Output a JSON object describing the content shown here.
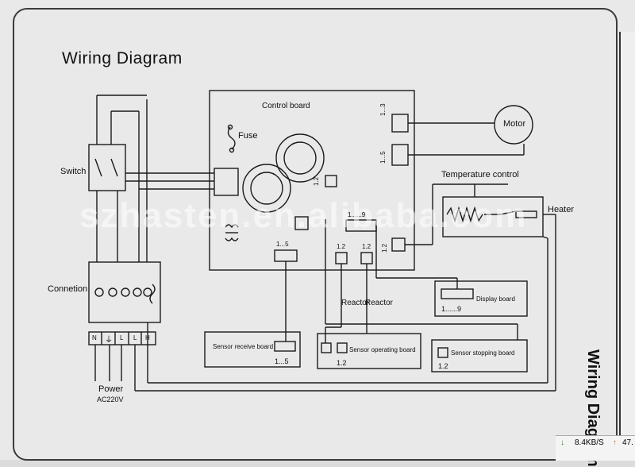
{
  "title": "Wiring Diagram",
  "side_title": "Wiring Diagram",
  "watermark": "szhasten.en.alibaba.com",
  "labels": {
    "control_board": "Control board",
    "fuse": "Fuse",
    "motor": "Motor",
    "temperature_control": "Temperature control",
    "heater": "Heater",
    "switch": "Switch",
    "connection": "Connetion",
    "power": "Power",
    "ac": "AC220V",
    "display_board": "Display board",
    "sensor_receive_board": "Sensor receive board",
    "sensor_operating_board": "Sensor operating board",
    "sensor_stopping_board": "Sensor stopping board",
    "reactor_a": "Reactor",
    "reactor_b": "Reactor"
  },
  "pin_labels": {
    "motor_conn": "1...3",
    "conn_1_5_top": "1...5",
    "conn_1_2_mid": "1.2",
    "conn_1_9": "1......9",
    "conn_1_5_left": "1...5",
    "conn_1_2_a": "1.2",
    "conn_1_2_b": "1.2",
    "conn_1_2_c": "1.2",
    "display_pins": "1......9",
    "sensor_receive_pins": "1...5",
    "sensor_operating_pins": "1.2",
    "sensor_stopping_pins": "1.2"
  },
  "terminals": {
    "n": "N",
    "ground": "⏚",
    "l1": "L",
    "l2": "L",
    "h": "H"
  },
  "status": {
    "down_arrow": "↓",
    "speed": "8.4KB/S",
    "up_arrow": "↑",
    "value": "47."
  },
  "colors": {
    "line": "#1a1a1a",
    "paper": "#e9e9e9",
    "status_green": "#2a8a2a",
    "status_orange": "#d07a00"
  }
}
